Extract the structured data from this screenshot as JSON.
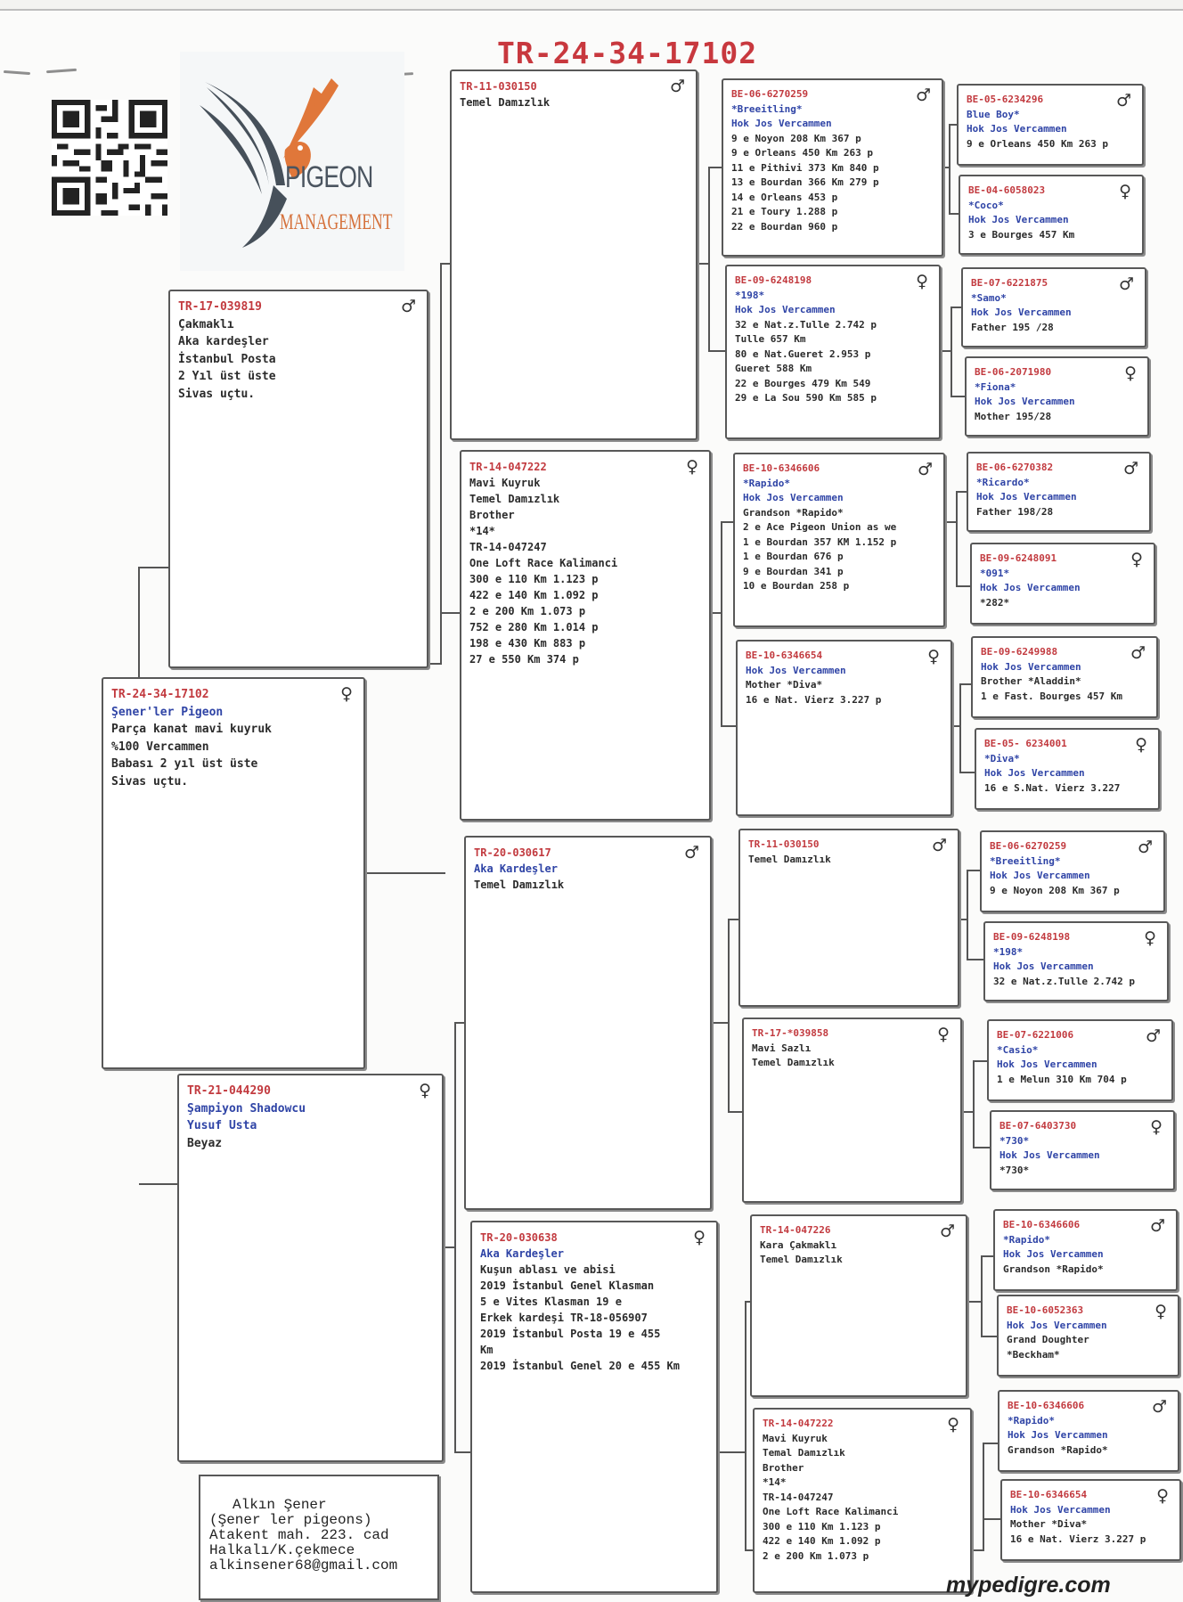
{
  "title": "TR-24-34-17102",
  "website": "mypedigre.com",
  "logo": {
    "word1": "PIGEON",
    "word2": "MANAGEMENT"
  },
  "address": [
    "Alkın Şener",
    "(Şener ler pigeons)",
    "Atakent mah. 223. cad",
    "Halkalı/K.çekmece",
    "alkinsener68@gmail.com"
  ],
  "symbols": {
    "male": "♂",
    "female": "♀"
  },
  "cards": {
    "subject": {
      "sex": "♀",
      "lines": [
        {
          "c": "ring",
          "t": "TR-24-34-17102"
        },
        {
          "c": "blue",
          "t": "Şener'ler Pigeon"
        },
        {
          "c": "dark",
          "t": "Parça kanat mavi kuyruk"
        },
        {
          "c": "dark",
          "t": "%100 Vercammen"
        },
        {
          "c": "dark",
          "t": "Babası 2 yıl üst üste"
        },
        {
          "c": "dark",
          "t": "Sivas uçtu."
        }
      ]
    },
    "sire": {
      "sex": "♂",
      "lines": [
        {
          "c": "ring",
          "t": "TR-17-039819"
        },
        {
          "c": "dark",
          "t": "Çakmaklı"
        },
        {
          "c": "dark",
          "t": "Aka kardeşler"
        },
        {
          "c": "dark",
          "t": "İstanbul Posta"
        },
        {
          "c": "dark",
          "t": "2 Yıl üst üste"
        },
        {
          "c": "dark",
          "t": "Sivas uçtu."
        }
      ]
    },
    "dam": {
      "sex": "♀",
      "lines": [
        {
          "c": "ring",
          "t": "TR-21-044290"
        },
        {
          "c": "blue",
          "t": "Şampiyon Shadowcu"
        },
        {
          "c": "blue",
          "t": "Yusuf Usta"
        },
        {
          "c": "dark",
          "t": "Beyaz"
        }
      ]
    },
    "g1": {
      "sex": "♂",
      "lines": [
        {
          "c": "ring",
          "t": "TR-11-030150"
        },
        {
          "c": "dark",
          "t": "Temel Damızlık"
        }
      ]
    },
    "g2": {
      "sex": "♀",
      "lines": [
        {
          "c": "ring",
          "t": "TR-14-047222"
        },
        {
          "c": "dark",
          "t": "Mavi Kuyruk"
        },
        {
          "c": "dark",
          "t": "Temel Damızlık"
        },
        {
          "c": "dark",
          "t": "Brother"
        },
        {
          "c": "dark",
          "t": "*14*"
        },
        {
          "c": "dark",
          "t": "TR-14-047247"
        },
        {
          "c": "dark",
          "t": "One Loft Race Kalimanci"
        },
        {
          "c": "dark",
          "t": "300 e 110 Km 1.123 p"
        },
        {
          "c": "dark",
          "t": "422 e 140 Km 1.092 p"
        },
        {
          "c": "dark",
          "t": "2 e 200 Km   1.073 p"
        },
        {
          "c": "dark",
          "t": "752 e 280 Km 1.014 p"
        },
        {
          "c": "dark",
          "t": "198 e 430 Km  883 p"
        },
        {
          "c": "dark",
          "t": "27 e  550 Km  374 p"
        }
      ]
    },
    "g3": {
      "sex": "♂",
      "lines": [
        {
          "c": "ring",
          "t": "TR-20-030617"
        },
        {
          "c": "blue",
          "t": "Aka Kardeşler"
        },
        {
          "c": "dark",
          "t": "Temel Damızlık"
        }
      ]
    },
    "g4": {
      "sex": "♀",
      "lines": [
        {
          "c": "ring",
          "t": "TR-20-030638"
        },
        {
          "c": "blue",
          "t": "Aka Kardeşler"
        },
        {
          "c": "dark",
          "t": "Kuşun ablası ve abisi"
        },
        {
          "c": "dark",
          "t": "2019 İstanbul Genel Klasman"
        },
        {
          "c": "dark",
          "t": "5 e   Vites Klasman 19 e"
        },
        {
          "c": "dark",
          "t": "Erkek kardeşi TR-18-056907"
        },
        {
          "c": "dark",
          "t": "2019 İstanbul Posta 19 e  455"
        },
        {
          "c": "dark",
          "t": "Km"
        },
        {
          "c": "dark",
          "t": "2019 İstanbul Genel 20 e 455 Km"
        }
      ]
    },
    "gg1": {
      "sex": "♂",
      "lines": [
        {
          "c": "ring",
          "t": "BE-06-6270259"
        },
        {
          "c": "blue",
          "t": "*Breeitling*"
        },
        {
          "c": "blue",
          "t": "Hok Jos Vercammen"
        },
        {
          "c": "dark",
          "t": "9 e Noyon   208 Km 367 p"
        },
        {
          "c": "dark",
          "t": "9 e Orleans 450 Km 263 p"
        },
        {
          "c": "dark",
          "t": "11 e Pithivi 373 Km 840 p"
        },
        {
          "c": "dark",
          "t": "13 e Bourdan 366 Km 279 p"
        },
        {
          "c": "dark",
          "t": "14 e Orleans  453 p"
        },
        {
          "c": "dark",
          "t": "21 e Toury  1.288 p"
        },
        {
          "c": "dark",
          "t": "22 e Bourdan  960 p"
        }
      ]
    },
    "gg2": {
      "sex": "♀",
      "lines": [
        {
          "c": "ring",
          "t": "BE-09-6248198"
        },
        {
          "c": "blue",
          "t": "*198*"
        },
        {
          "c": "blue",
          "t": "Hok Jos Vercammen"
        },
        {
          "c": "dark",
          "t": "32 e Nat.z.Tulle  2.742 p"
        },
        {
          "c": "dark",
          "t": "Tulle 657 Km"
        },
        {
          "c": "dark",
          "t": "80 e Nat.Gueret 2.953 p"
        },
        {
          "c": "dark",
          "t": "Gueret 588 Km"
        },
        {
          "c": "dark",
          "t": "22 e Bourges 479 Km  549"
        },
        {
          "c": "dark",
          "t": "29 e La Sou 590 Km 585 p"
        }
      ]
    },
    "gg3": {
      "sex": "♂",
      "lines": [
        {
          "c": "ring",
          "t": "BE-10-6346606"
        },
        {
          "c": "blue",
          "t": "*Rapido*"
        },
        {
          "c": "blue",
          "t": "Hok Jos Vercammen"
        },
        {
          "c": "dark",
          "t": "Grandson *Rapido*"
        },
        {
          "c": "dark",
          "t": "2  e Ace Pigeon Union as we"
        },
        {
          "c": "dark",
          "t": "1 e Bourdan  357 KM 1.152 p"
        },
        {
          "c": "dark",
          "t": "1 e Bourdan  676 p"
        },
        {
          "c": "dark",
          "t": "9 e Bourdan  341 p"
        },
        {
          "c": "dark",
          "t": "10 e Bourdan 258 p"
        }
      ]
    },
    "gg4": {
      "sex": "♀",
      "lines": [
        {
          "c": "ring",
          "t": "BE-10-6346654"
        },
        {
          "c": "blue",
          "t": "Hok Jos Vercammen"
        },
        {
          "c": "dark",
          "t": "Mother  *Diva*"
        },
        {
          "c": "dark",
          "t": "16 e Nat. Vierz 3.227 p"
        }
      ]
    },
    "gg5": {
      "sex": "♂",
      "lines": [
        {
          "c": "ring",
          "t": "TR-11-030150"
        },
        {
          "c": "dark",
          "t": "Temel Damızlık"
        }
      ]
    },
    "gg6": {
      "sex": "♀",
      "lines": [
        {
          "c": "ring",
          "t": "TR-17-*039858"
        },
        {
          "c": "dark",
          "t": "Mavi Sazlı"
        },
        {
          "c": "dark",
          "t": "Temel Damızlık"
        }
      ]
    },
    "gg7": {
      "sex": "♂",
      "lines": [
        {
          "c": "ring",
          "t": "TR-14-047226"
        },
        {
          "c": "dark",
          "t": "Kara Çakmaklı"
        },
        {
          "c": "dark",
          "t": "Temel Damızlık"
        }
      ]
    },
    "gg8": {
      "sex": "♀",
      "lines": [
        {
          "c": "ring",
          "t": "TR-14-047222"
        },
        {
          "c": "dark",
          "t": "Mavi Kuyruk"
        },
        {
          "c": "dark",
          "t": "Temal Damızlık"
        },
        {
          "c": "dark",
          "t": "Brother"
        },
        {
          "c": "dark",
          "t": "*14*"
        },
        {
          "c": "dark",
          "t": "TR-14-047247"
        },
        {
          "c": "dark",
          "t": "One Loft Race Kalimanci"
        },
        {
          "c": "dark",
          "t": "300 e 110 Km 1.123 p"
        },
        {
          "c": "dark",
          "t": "422 e 140 Km 1.092 p"
        },
        {
          "c": "dark",
          "t": "2 e 200 Km   1.073 p"
        }
      ]
    },
    "ggg1": {
      "sex": "♂",
      "lines": [
        {
          "c": "ring",
          "t": "BE-05-6234296"
        },
        {
          "c": "blue",
          "t": "Blue Boy*"
        },
        {
          "c": "blue",
          "t": "Hok Jos Vercammen"
        },
        {
          "c": "dark",
          "t": "9 e Orleans 450 Km 263 p"
        }
      ]
    },
    "ggg2": {
      "sex": "♀",
      "lines": [
        {
          "c": "ring",
          "t": "BE-04-6058023"
        },
        {
          "c": "blue",
          "t": "*Coco*"
        },
        {
          "c": "blue",
          "t": "Hok Jos Vercammen"
        },
        {
          "c": "dark",
          "t": "3 e  Bourges 457 Km"
        }
      ]
    },
    "ggg3": {
      "sex": "♂",
      "lines": [
        {
          "c": "ring",
          "t": "BE-07-6221875"
        },
        {
          "c": "blue",
          "t": "*Samo*"
        },
        {
          "c": "blue",
          "t": "Hok Jos Vercammen"
        },
        {
          "c": "dark",
          "t": "Father  195 /28"
        }
      ]
    },
    "ggg4": {
      "sex": "♀",
      "lines": [
        {
          "c": "ring",
          "t": "BE-06-2071980"
        },
        {
          "c": "blue",
          "t": "*Fiona*"
        },
        {
          "c": "blue",
          "t": "Hok Jos Vercammen"
        },
        {
          "c": "dark",
          "t": "Mother 195/28"
        }
      ]
    },
    "ggg5": {
      "sex": "♂",
      "lines": [
        {
          "c": "ring",
          "t": "BE-06-6270382"
        },
        {
          "c": "blue",
          "t": "*Ricardo*"
        },
        {
          "c": "blue",
          "t": "Hok Jos Vercammen"
        },
        {
          "c": "dark",
          "t": "Father 198/28"
        }
      ]
    },
    "ggg6": {
      "sex": "♀",
      "lines": [
        {
          "c": "ring",
          "t": "BE-09-6248091"
        },
        {
          "c": "blue",
          "t": "*091*"
        },
        {
          "c": "blue",
          "t": "Hok Jos Vercammen"
        },
        {
          "c": "dark",
          "t": "*282*"
        }
      ]
    },
    "ggg7": {
      "sex": "♂",
      "lines": [
        {
          "c": "ring",
          "t": "BE-09-6249988"
        },
        {
          "c": "blue",
          "t": "Hok Jos Vercammen"
        },
        {
          "c": "dark",
          "t": "Brother  *Aladdin*"
        },
        {
          "c": "dark",
          "t": "1 e Fast. Bourges 457 Km"
        }
      ]
    },
    "ggg8": {
      "sex": "♀",
      "lines": [
        {
          "c": "ring",
          "t": "BE-05- 6234001"
        },
        {
          "c": "blue",
          "t": "*Diva*"
        },
        {
          "c": "blue",
          "t": "Hok Jos Vercammen"
        },
        {
          "c": "dark",
          "t": "16 e S.Nat. Vierz  3.227"
        }
      ]
    },
    "ggg9": {
      "sex": "♂",
      "lines": [
        {
          "c": "ring",
          "t": "BE-06-6270259"
        },
        {
          "c": "blue",
          "t": "*Breeitling*"
        },
        {
          "c": "blue",
          "t": "Hok Jos Vercammen"
        },
        {
          "c": "dark",
          "t": "9 e Noyon    208 Km 367 p"
        }
      ]
    },
    "ggg10": {
      "sex": "♀",
      "lines": [
        {
          "c": "ring",
          "t": "BE-09-6248198"
        },
        {
          "c": "blue",
          "t": "*198*"
        },
        {
          "c": "blue",
          "t": "Hok Jos Vercammen"
        },
        {
          "c": "dark",
          "t": "32 e Nat.z.Tulle  2.742 p"
        }
      ]
    },
    "ggg11": {
      "sex": "♂",
      "lines": [
        {
          "c": "ring",
          "t": "BE-07-6221006"
        },
        {
          "c": "blue",
          "t": "*Casio*"
        },
        {
          "c": "blue",
          "t": "Hok Jos Vercammen"
        },
        {
          "c": "dark",
          "t": "1 e Melun 310 Km 704 p"
        }
      ]
    },
    "ggg12": {
      "sex": "♀",
      "lines": [
        {
          "c": "ring",
          "t": "BE-07-6403730"
        },
        {
          "c": "blue",
          "t": "*730*"
        },
        {
          "c": "blue",
          "t": "Hok Jos Vercammen"
        },
        {
          "c": "dark",
          "t": "*730*"
        }
      ]
    },
    "ggg13": {
      "sex": "♂",
      "lines": [
        {
          "c": "ring",
          "t": "BE-10-6346606"
        },
        {
          "c": "blue",
          "t": "*Rapido*"
        },
        {
          "c": "blue",
          "t": "Hok Jos Vercammen"
        },
        {
          "c": "dark",
          "t": "Grandson *Rapido*"
        }
      ]
    },
    "ggg14": {
      "sex": "♀",
      "lines": [
        {
          "c": "ring",
          "t": "BE-10-6052363"
        },
        {
          "c": "blue",
          "t": "Hok Jos Vercammen"
        },
        {
          "c": "dark",
          "t": "Grand Doughter"
        },
        {
          "c": "dark",
          "t": "*Beckham*"
        }
      ]
    },
    "ggg15": {
      "sex": "♂",
      "lines": [
        {
          "c": "ring",
          "t": "BE-10-6346606"
        },
        {
          "c": "blue",
          "t": "*Rapido*"
        },
        {
          "c": "blue",
          "t": "Hok Jos Vercammen"
        },
        {
          "c": "dark",
          "t": "Grandson *Rapido*"
        }
      ]
    },
    "ggg16": {
      "sex": "♀",
      "lines": [
        {
          "c": "ring",
          "t": "BE-10-6346654"
        },
        {
          "c": "blue",
          "t": "Hok Jos Vercammen"
        },
        {
          "c": "dark",
          "t": "Mother  *Diva*"
        },
        {
          "c": "dark",
          "t": "16 e Nat. Vierz 3.227 p"
        }
      ]
    }
  }
}
